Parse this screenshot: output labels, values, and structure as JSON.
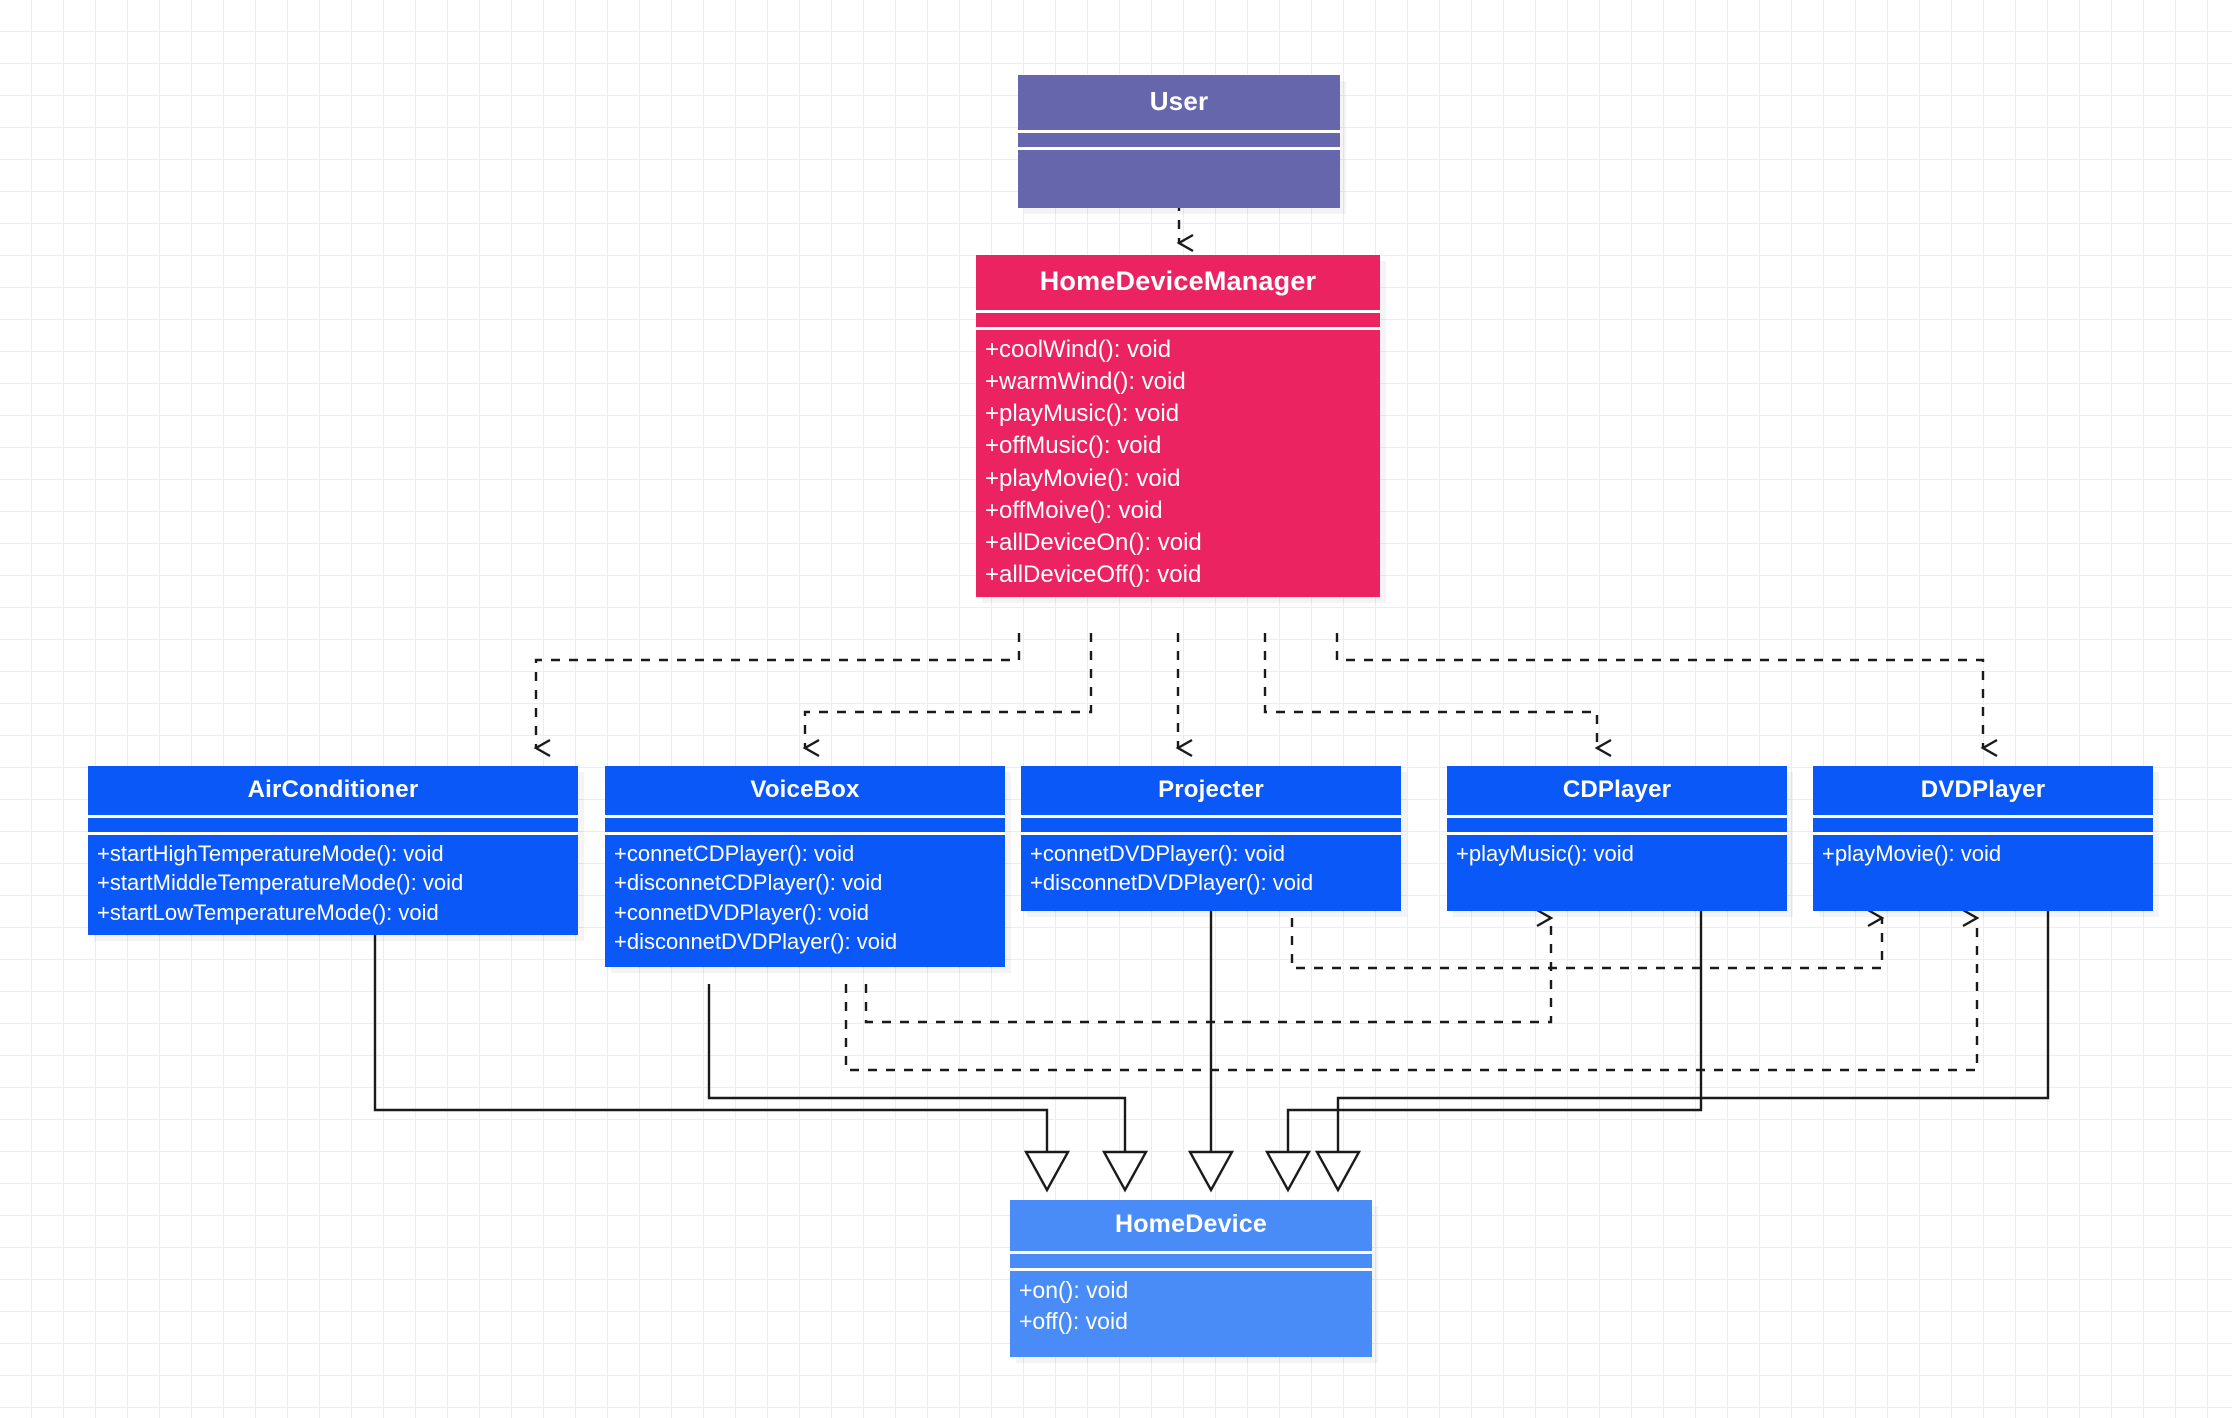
{
  "diagram": {
    "title": "Home Device Manager UML Class Diagram",
    "type": "uml-class-diagram",
    "background": "#ffffff",
    "grid_color": "#ededed",
    "grid_size": 32
  },
  "colors": {
    "user": "#6566ac",
    "manager": "#ec2361",
    "device": "#0b58f8",
    "abstract": "#4a8cf7",
    "edge": "#1a1a1a",
    "separator": "#ffffff"
  },
  "classes": {
    "user": {
      "name": "User",
      "attributes": [],
      "operations": []
    },
    "manager": {
      "name": "HomeDeviceManager",
      "attributes": [],
      "operations": [
        "+coolWind(): void",
        "+warmWind(): void",
        "+playMusic(): void",
        "+offMusic(): void",
        "+playMovie(): void",
        "+offMoive(): void",
        "+allDeviceOn(): void",
        "+allDeviceOff(): void"
      ]
    },
    "airconditioner": {
      "name": "AirConditioner",
      "attributes": [],
      "operations": [
        "+startHighTemperatureMode(): void",
        "+startMiddleTemperatureMode(): void",
        "+startLowTemperatureMode(): void"
      ]
    },
    "voicebox": {
      "name": "VoiceBox",
      "attributes": [],
      "operations": [
        "+connetCDPlayer(): void",
        "+disconnetCDPlayer(): void",
        "+connetDVDPlayer(): void",
        "+disconnetDVDPlayer(): void"
      ]
    },
    "projecter": {
      "name": "Projecter",
      "attributes": [],
      "operations": [
        "+connetDVDPlayer(): void",
        "+disconnetDVDPlayer(): void"
      ]
    },
    "cdplayer": {
      "name": "CDPlayer",
      "attributes": [],
      "operations": [
        "+playMusic(): void"
      ]
    },
    "dvdplayer": {
      "name": "DVDPlayer",
      "attributes": [],
      "operations": [
        "+playMovie(): void"
      ]
    },
    "homedevice": {
      "name": "HomeDevice",
      "attributes": [],
      "operations": [
        "+on(): void",
        "+off(): void"
      ]
    }
  },
  "relationships": [
    {
      "from": "User",
      "to": "HomeDeviceManager",
      "type": "dependency",
      "style": "dashed",
      "arrow": "open"
    },
    {
      "from": "HomeDeviceManager",
      "to": "AirConditioner",
      "type": "dependency",
      "style": "dashed",
      "arrow": "open"
    },
    {
      "from": "HomeDeviceManager",
      "to": "VoiceBox",
      "type": "dependency",
      "style": "dashed",
      "arrow": "open"
    },
    {
      "from": "HomeDeviceManager",
      "to": "Projecter",
      "type": "dependency",
      "style": "dashed",
      "arrow": "open"
    },
    {
      "from": "HomeDeviceManager",
      "to": "CDPlayer",
      "type": "dependency",
      "style": "dashed",
      "arrow": "open"
    },
    {
      "from": "HomeDeviceManager",
      "to": "DVDPlayer",
      "type": "dependency",
      "style": "dashed",
      "arrow": "open"
    },
    {
      "from": "VoiceBox",
      "to": "CDPlayer",
      "type": "dependency",
      "style": "dashed",
      "arrow": "open"
    },
    {
      "from": "VoiceBox",
      "to": "DVDPlayer",
      "type": "dependency",
      "style": "dashed",
      "arrow": "open"
    },
    {
      "from": "Projecter",
      "to": "DVDPlayer",
      "type": "dependency",
      "style": "dashed",
      "arrow": "open"
    },
    {
      "from": "AirConditioner",
      "to": "HomeDevice",
      "type": "generalization",
      "style": "solid",
      "arrow": "hollow-triangle"
    },
    {
      "from": "VoiceBox",
      "to": "HomeDevice",
      "type": "generalization",
      "style": "solid",
      "arrow": "hollow-triangle"
    },
    {
      "from": "Projecter",
      "to": "HomeDevice",
      "type": "generalization",
      "style": "solid",
      "arrow": "hollow-triangle"
    },
    {
      "from": "CDPlayer",
      "to": "HomeDevice",
      "type": "generalization",
      "style": "solid",
      "arrow": "hollow-triangle"
    },
    {
      "from": "DVDPlayer",
      "to": "HomeDevice",
      "type": "generalization",
      "style": "solid",
      "arrow": "hollow-triangle"
    }
  ]
}
